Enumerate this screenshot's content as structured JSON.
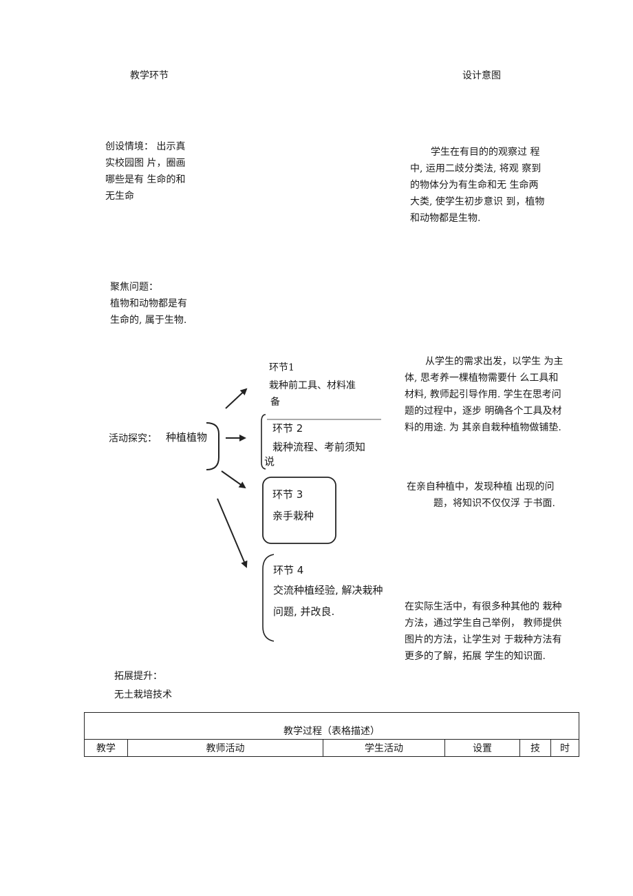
{
  "header": {
    "left": "教学环节",
    "right": "设计意图"
  },
  "section1": {
    "left_lines": [
      "创设情境：  出示真",
      "实校园图  片，圈画",
      "哪些是有  生命的和",
      "无生命"
    ],
    "right_lines": [
      "学生在有目的的观察过    程",
      "中, 运用二歧分类法, 将观    察到",
      "的物体分为有生命和无    生命两",
      "大类, 使学生初步意识  到，植物",
      "和动物都是生物."
    ]
  },
  "section2": {
    "lines": [
      "聚焦问题：",
      "植物和动物都是有",
      "生命的, 属于生物."
    ]
  },
  "diagram": {
    "activity_label": "活动探究：",
    "center_label": "种植植物",
    "step1": {
      "title": "环节1",
      "lines": [
        "栽种前工具、材料准",
        "备"
      ]
    },
    "step2": {
      "title": "环节 2",
      "lines": [
        "栽种流程、考前须知",
        "说"
      ]
    },
    "step3": {
      "title": "环节 3",
      "lines": [
        "亲手栽种"
      ]
    },
    "step4": {
      "title": "环节 4",
      "lines": [
        "交流种植经验, 解决栽种",
        "问题, 并改良."
      ]
    }
  },
  "intent2": {
    "lines": [
      "从学生的需求出发，以学生  为主",
      "体, 思考养一棵植物需要什  么工具和",
      "材料, 教师起引导作用.  学生在思考问",
      "题的过程中，逐步  明确各个工具及材",
      "料的用途. 为  其亲自栽种植物做铺垫."
    ]
  },
  "intent3": {
    "lines": [
      "在亲自种植中，发现种植  出现的问",
      "题，将知识不仅仅浮  于书面."
    ]
  },
  "intent4": {
    "lines": [
      "在实际生活中，有很多种其他的  栽种",
      "方法，通过学生自己举例，  教师提供",
      "图片的方法，让学生对  于栽种方法有",
      "更多的了解，拓展  学生的知识面."
    ]
  },
  "section3": {
    "lines": [
      "拓展提升：",
      "无土栽培技术"
    ]
  },
  "table": {
    "title": "教学过程（表格描述）",
    "headers": [
      "教学",
      "教师活动",
      "学生活动",
      "设置",
      "技",
      "时"
    ]
  }
}
